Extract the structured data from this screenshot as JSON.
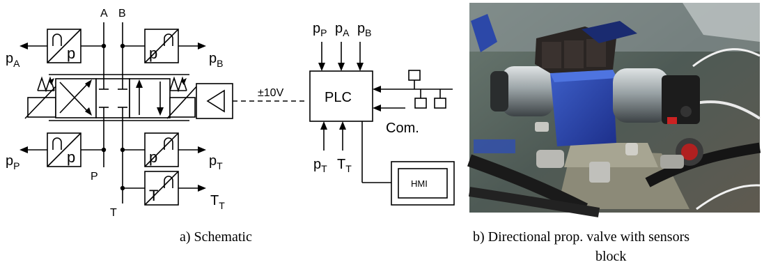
{
  "schematic": {
    "caption": "a) Schematic",
    "port_labels": {
      "a": "A",
      "b": "B",
      "p": "P",
      "t": "T"
    },
    "sensors": {
      "pA": {
        "symbol": "p",
        "name": "p",
        "sub": "A"
      },
      "pB": {
        "symbol": "p",
        "name": "p",
        "sub": "B"
      },
      "pP": {
        "symbol": "p",
        "name": "p",
        "sub": "P"
      },
      "pT": {
        "symbol": "p",
        "name": "p",
        "sub": "T"
      },
      "TT": {
        "symbol": "T",
        "name": "T",
        "sub": "T"
      }
    },
    "signal_label": "±10V",
    "plc": {
      "label": "PLC",
      "inputs_top": [
        {
          "name": "p",
          "sub": "P"
        },
        {
          "name": "p",
          "sub": "A"
        },
        {
          "name": "p",
          "sub": "B"
        }
      ],
      "inputs_bottom": [
        {
          "name": "p",
          "sub": "T"
        },
        {
          "name": "T",
          "sub": "T"
        }
      ]
    },
    "com_label": "Com.",
    "hmi_label": "HMI"
  },
  "photo": {
    "caption_line1": "b) Directional prop. valve with sensors",
    "caption_line2": "block"
  }
}
